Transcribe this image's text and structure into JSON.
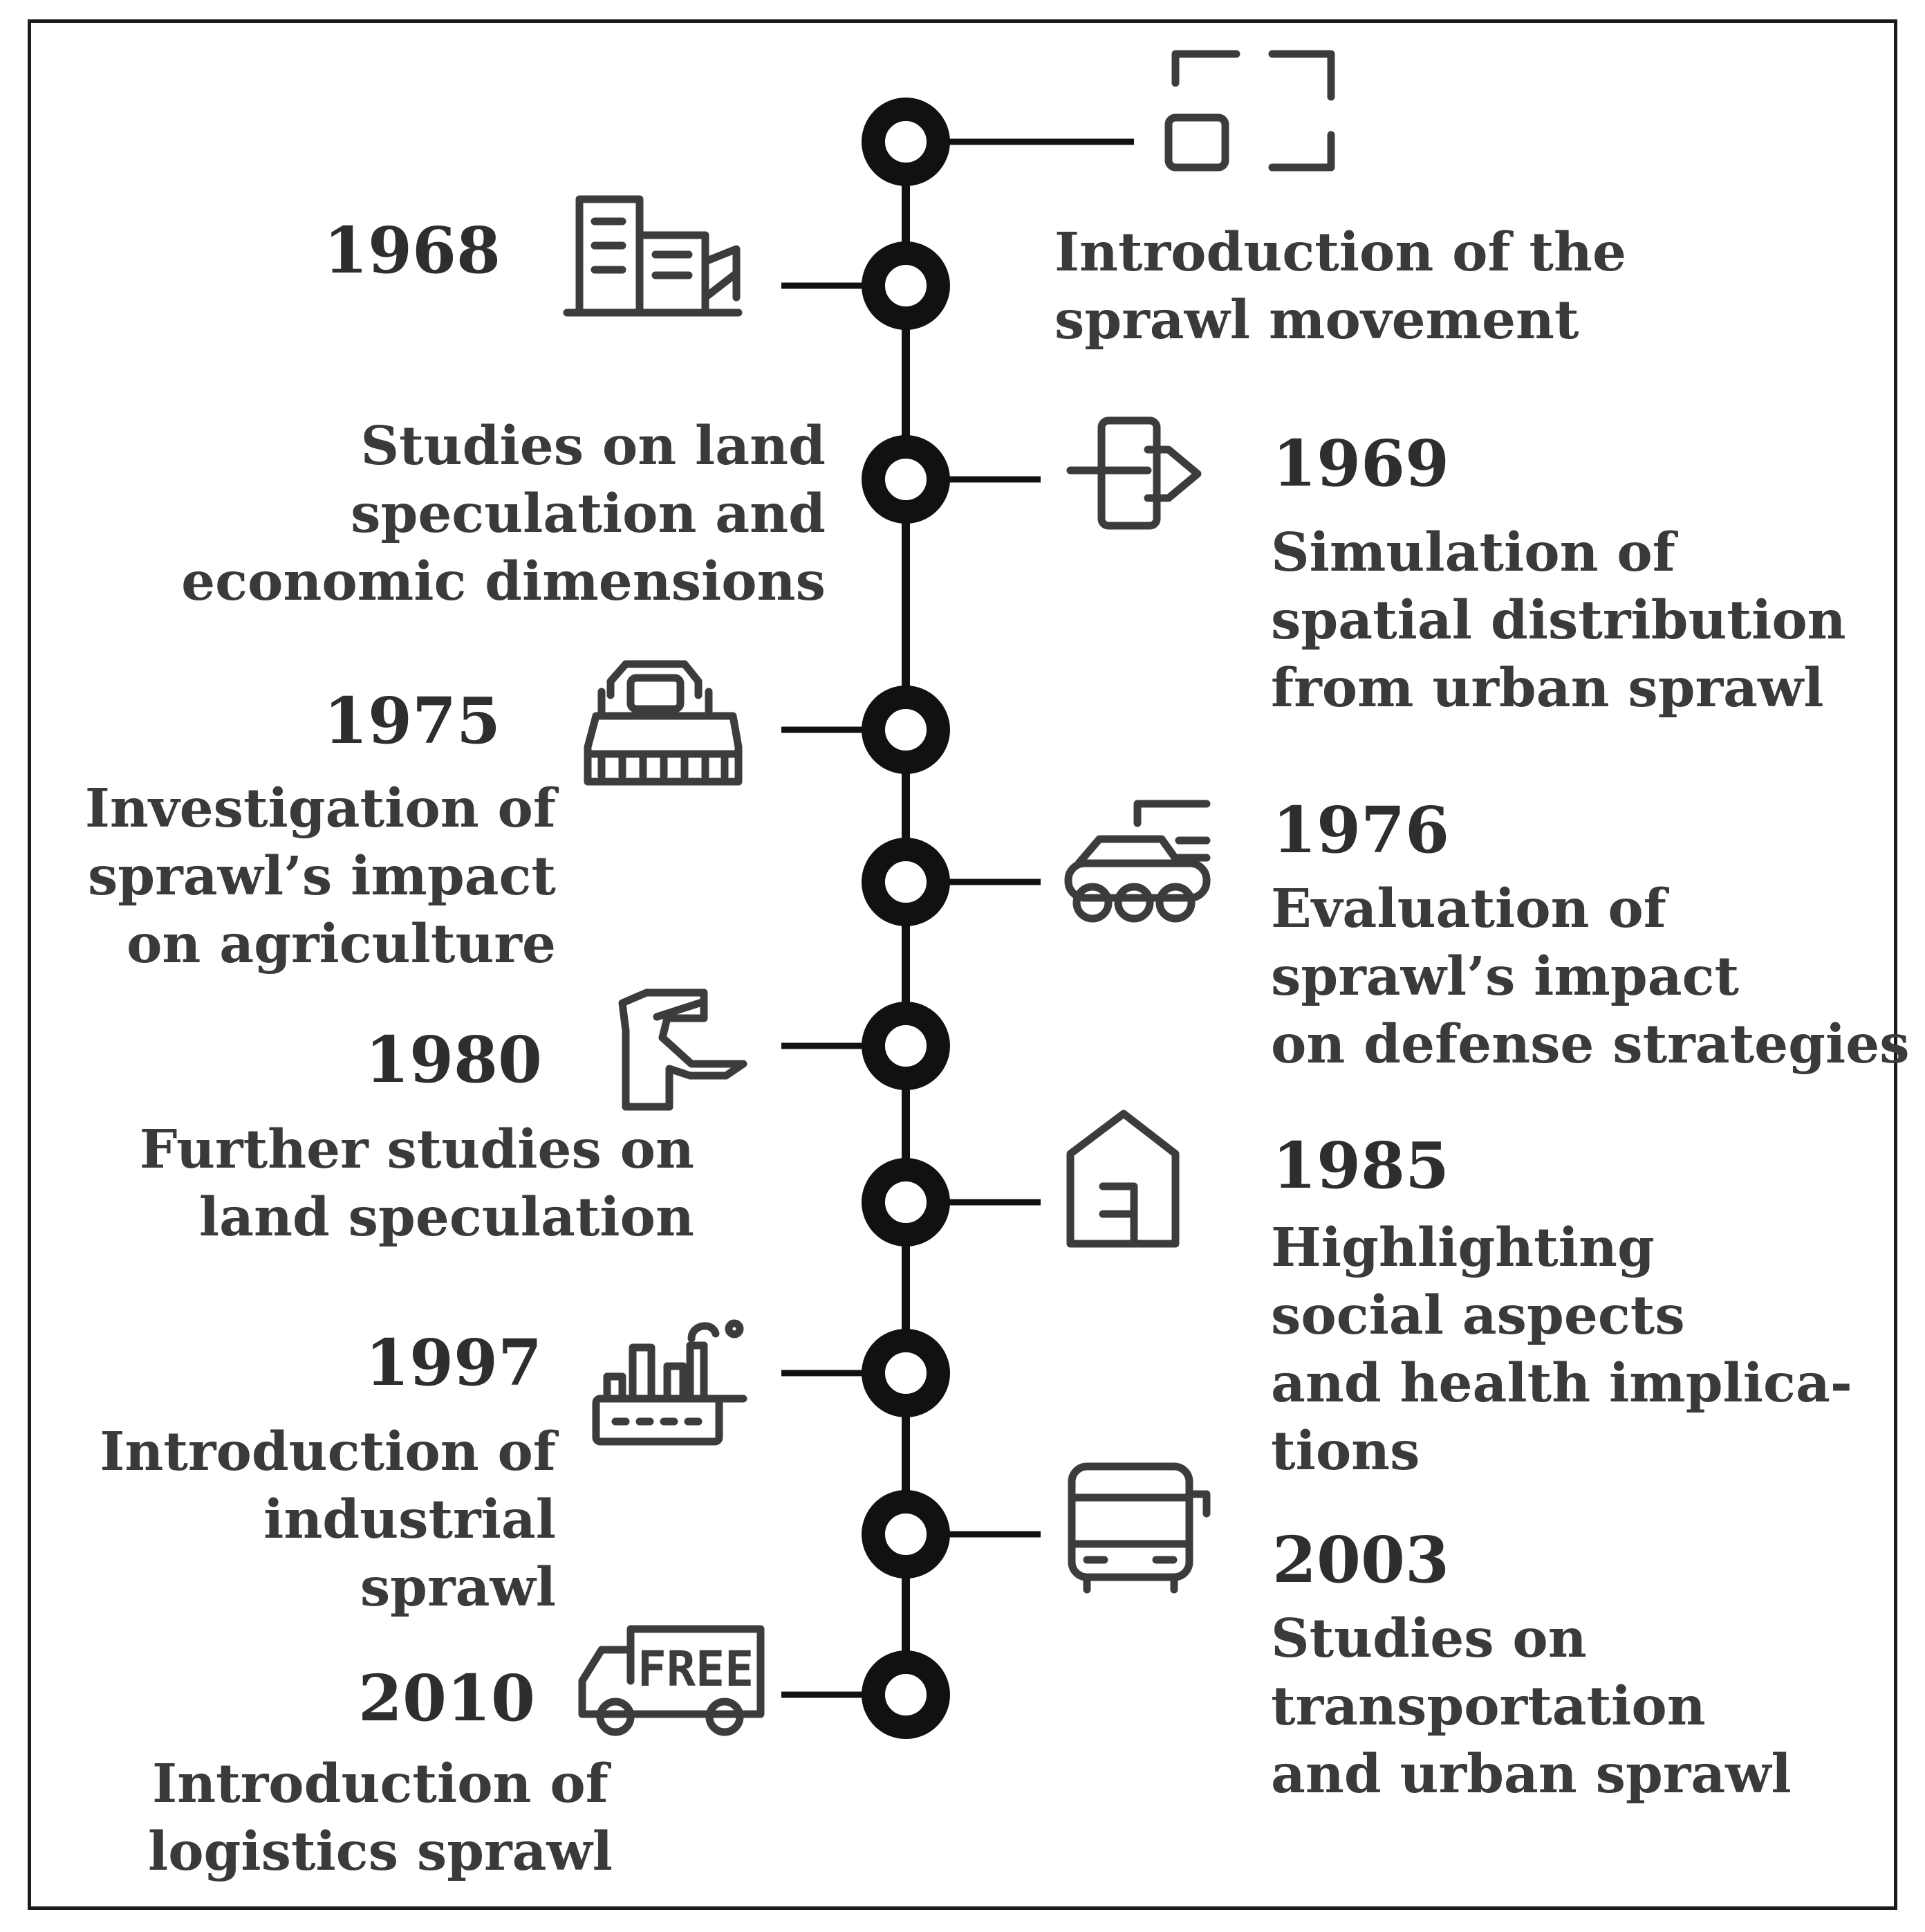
{
  "events": [
    {
      "id": "start",
      "year": "",
      "lines": [
        "Introduction of the",
        "sprawl movement"
      ]
    },
    {
      "id": "e1968",
      "year": "1968",
      "lines": []
    },
    {
      "id": "land",
      "year": "",
      "lines": [
        "Studies on land",
        "speculation and",
        "economic dimensions"
      ]
    },
    {
      "id": "e1969",
      "year": "1969",
      "lines": [
        "Simulation of",
        "spatial distribution",
        "from urban sprawl"
      ]
    },
    {
      "id": "e1975",
      "year": "1975",
      "lines": [
        "Investigation of",
        "sprawl’s impact",
        "on agriculture"
      ]
    },
    {
      "id": "e1976",
      "year": "1976",
      "lines": [
        "Evaluation of",
        "sprawl’s impact",
        "on defense strategies"
      ]
    },
    {
      "id": "e1980",
      "year": "1980",
      "lines": [
        "Further studies on",
        "land speculation"
      ]
    },
    {
      "id": "e1985",
      "year": "1985",
      "lines": [
        "Highlighting",
        "social aspects",
        "and health implica-",
        "tions"
      ]
    },
    {
      "id": "e1997",
      "year": "1997",
      "lines": [
        "Introduction of",
        "industrial",
        "sprawl"
      ]
    },
    {
      "id": "e2003",
      "year": "2003",
      "lines": [
        "Studies on",
        "transportation",
        "and urban sprawl"
      ]
    },
    {
      "id": "e2010",
      "year": "2010",
      "lines": [
        "Introduction of",
        "logistics sprawl"
      ]
    }
  ],
  "icons": {
    "truck_badge": "FREE",
    "names": [
      "frame-corners-icon",
      "city-buildings-icon",
      "route-arrow-icon",
      "harvester-icon",
      "tank-icon",
      "road-sign-icon",
      "house-icon",
      "factory-icon",
      "bus-icon",
      "delivery-truck-icon"
    ]
  },
  "colors": {
    "line": "#111111",
    "text": "#3a3a3a",
    "icon": "#3c3c3c"
  }
}
